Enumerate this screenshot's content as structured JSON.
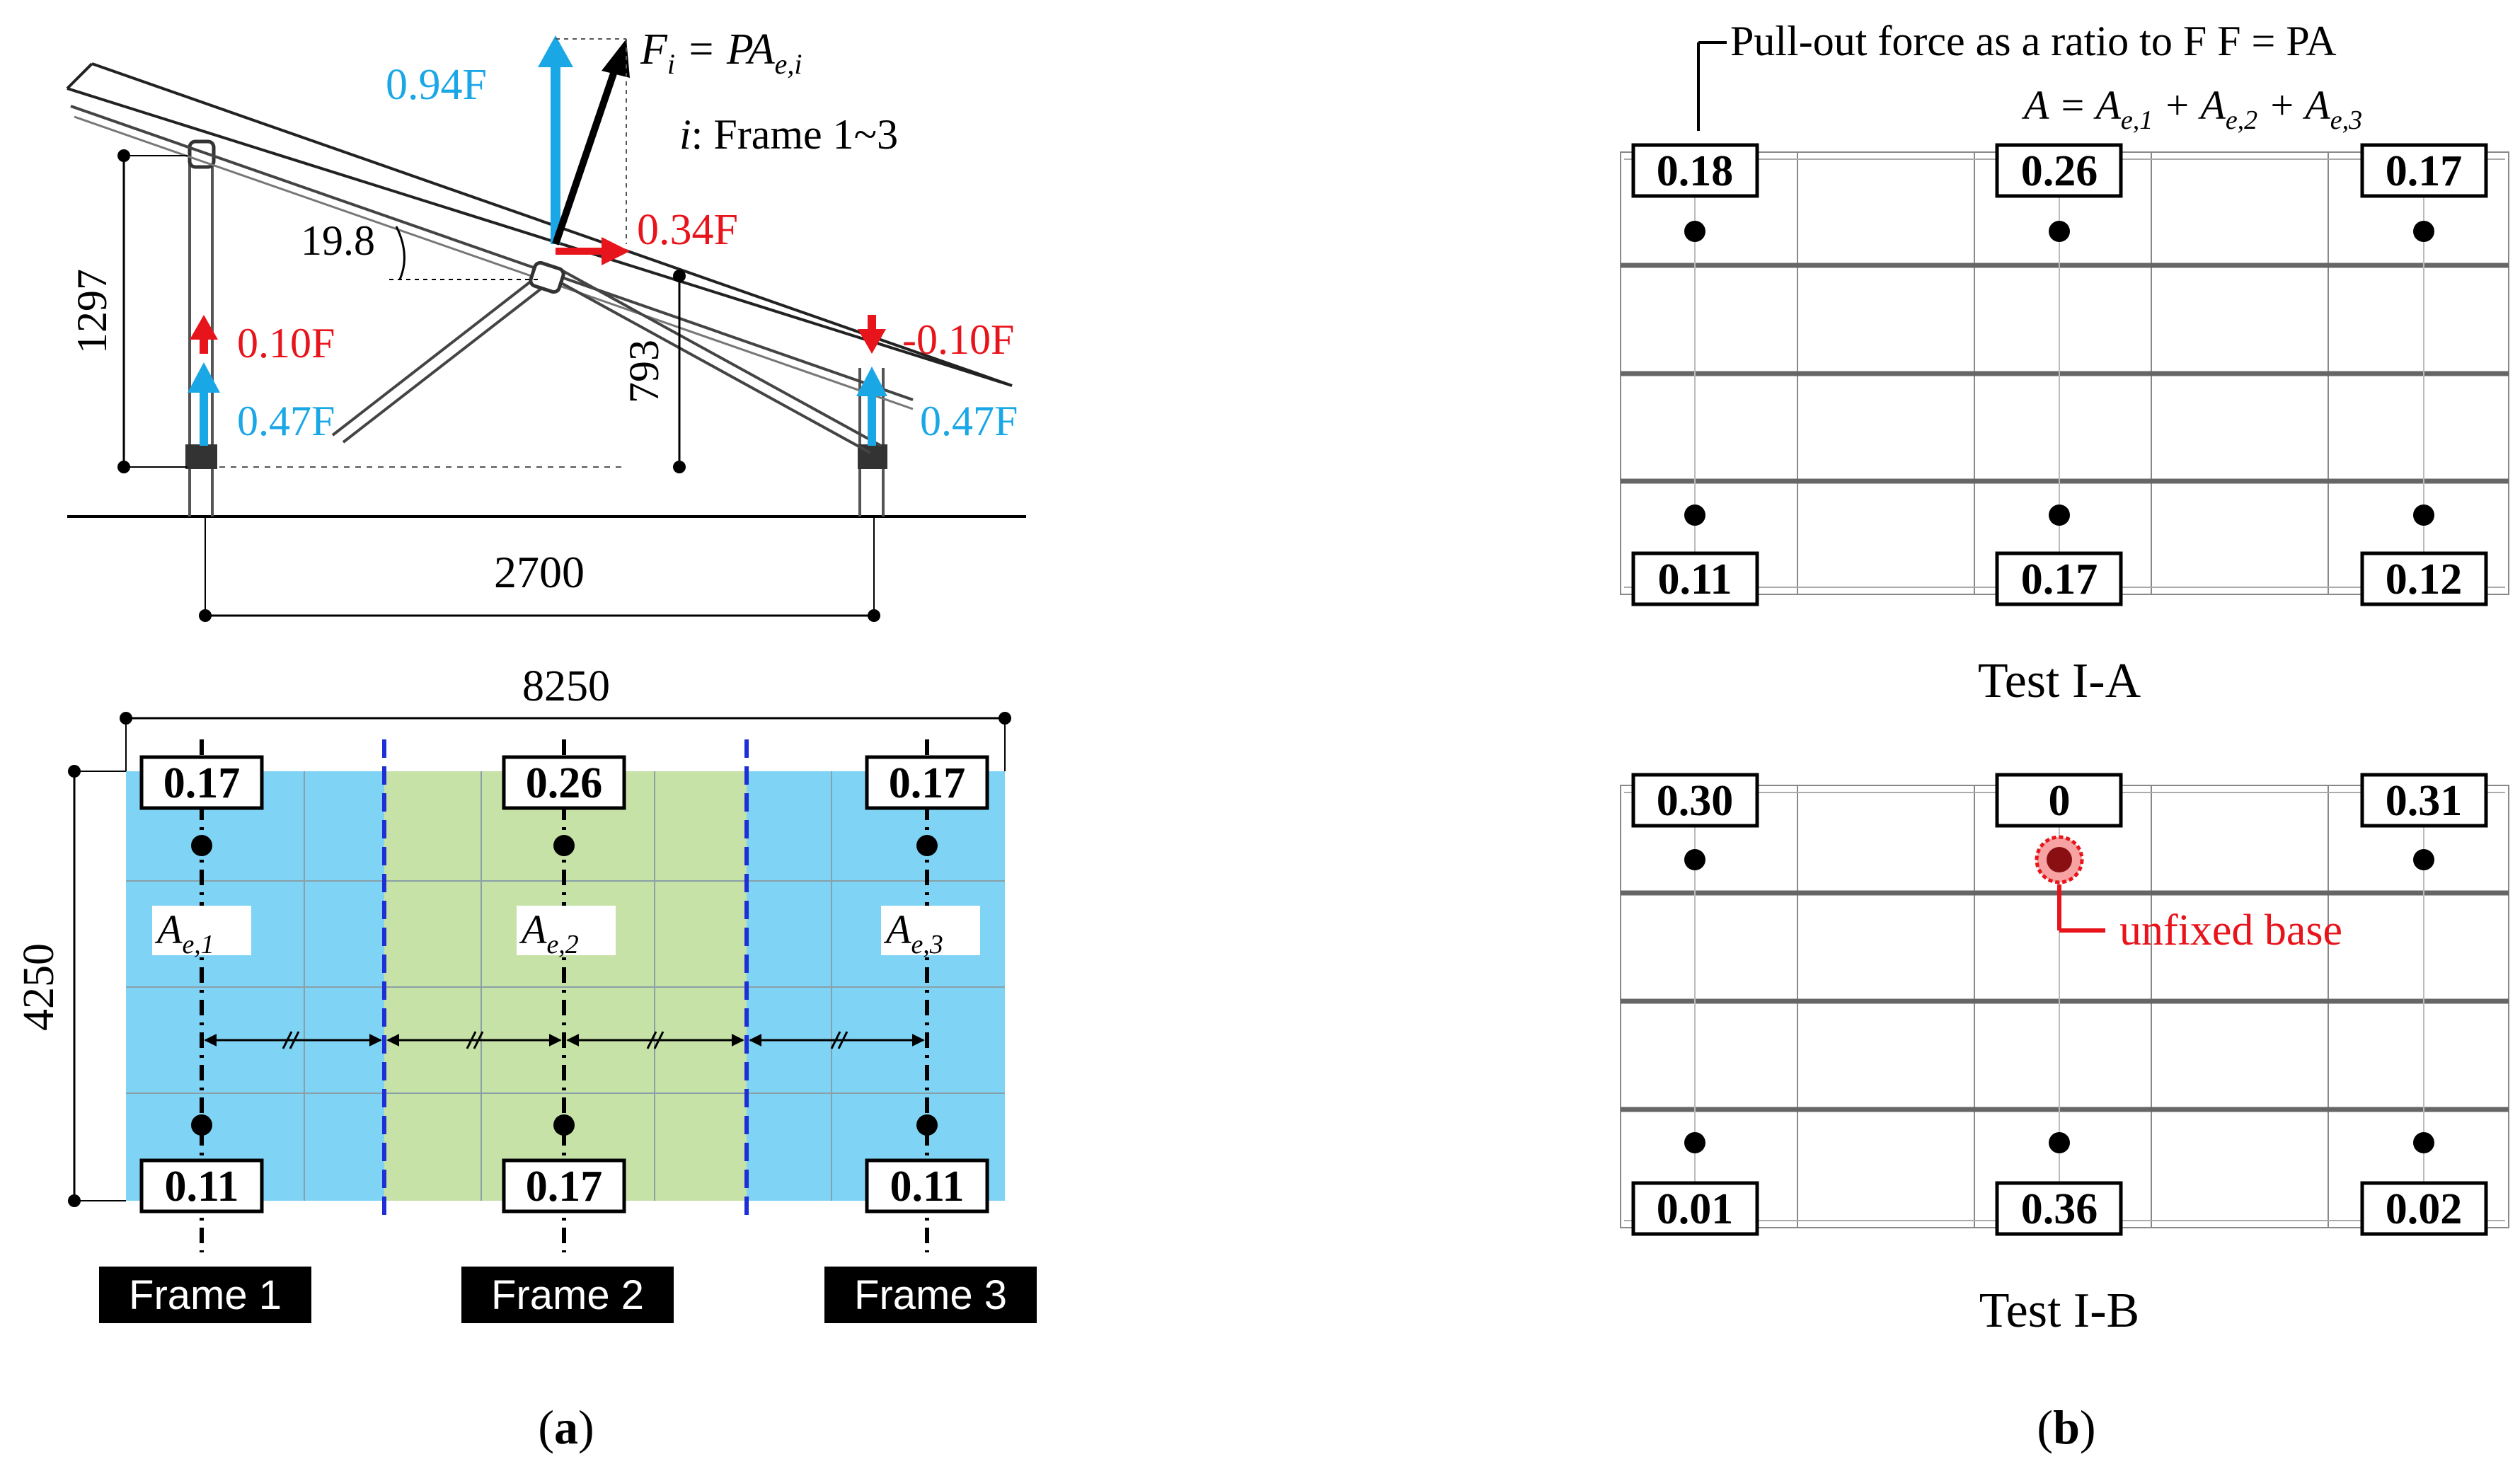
{
  "panel_a": {
    "caption": "(a)",
    "side_view": {
      "dim_height": "1297",
      "dim_mid_height": "793",
      "dim_span": "2700",
      "angle": "19.8",
      "eq_lhs": "F",
      "eq_lhs_sub": "i",
      "eq_rhs": " = PA",
      "eq_rhs_sub": "e,i",
      "frame_note": "i",
      "frame_note_rest": ": Frame  1~3",
      "force_top_vertical": "0.94F",
      "force_horizontal": "0.34F",
      "force_left_up_red": "0.10F",
      "force_left_up_blue": "0.47F",
      "force_right_down_red": "-0.10F",
      "force_right_up_blue": "0.47F",
      "colors": {
        "blue": "#1aa7e6",
        "red": "#e8141b"
      }
    },
    "plan_view": {
      "dim_width": "8250",
      "dim_height": "4250",
      "top_values": [
        "0.17",
        "0.26",
        "0.17"
      ],
      "bottom_values": [
        "0.11",
        "0.17",
        "0.11"
      ],
      "area_labels": [
        {
          "main": "A",
          "sub": "e,1"
        },
        {
          "main": "A",
          "sub": "e,2"
        },
        {
          "main": "A",
          "sub": "e,3"
        }
      ],
      "frame_labels": [
        "Frame 1",
        "Frame 2",
        "Frame 3"
      ],
      "colors": {
        "side_area": "#7fd3f4",
        "middle_area": "#c6e2a6",
        "divider": "#1f2fd6"
      }
    }
  },
  "panel_b": {
    "caption": "(b)",
    "header_line1": "Pull-out force as a ratio to F  F = PA",
    "header_line2": "A = A",
    "header_terms": [
      "e,1",
      " + A",
      "e,2",
      " + A",
      "e,3"
    ],
    "test_a": {
      "title": "Test I-A",
      "top_values": [
        "0.18",
        "0.26",
        "0.17"
      ],
      "bottom_values": [
        "0.11",
        "0.17",
        "0.12"
      ]
    },
    "test_b": {
      "title": "Test I-B",
      "top_values": [
        "0.30",
        "0",
        "0.31"
      ],
      "bottom_values": [
        "0.01",
        "0.36",
        "0.02"
      ],
      "annotation": "unfixed base",
      "annotation_color": "#e8141b"
    }
  }
}
